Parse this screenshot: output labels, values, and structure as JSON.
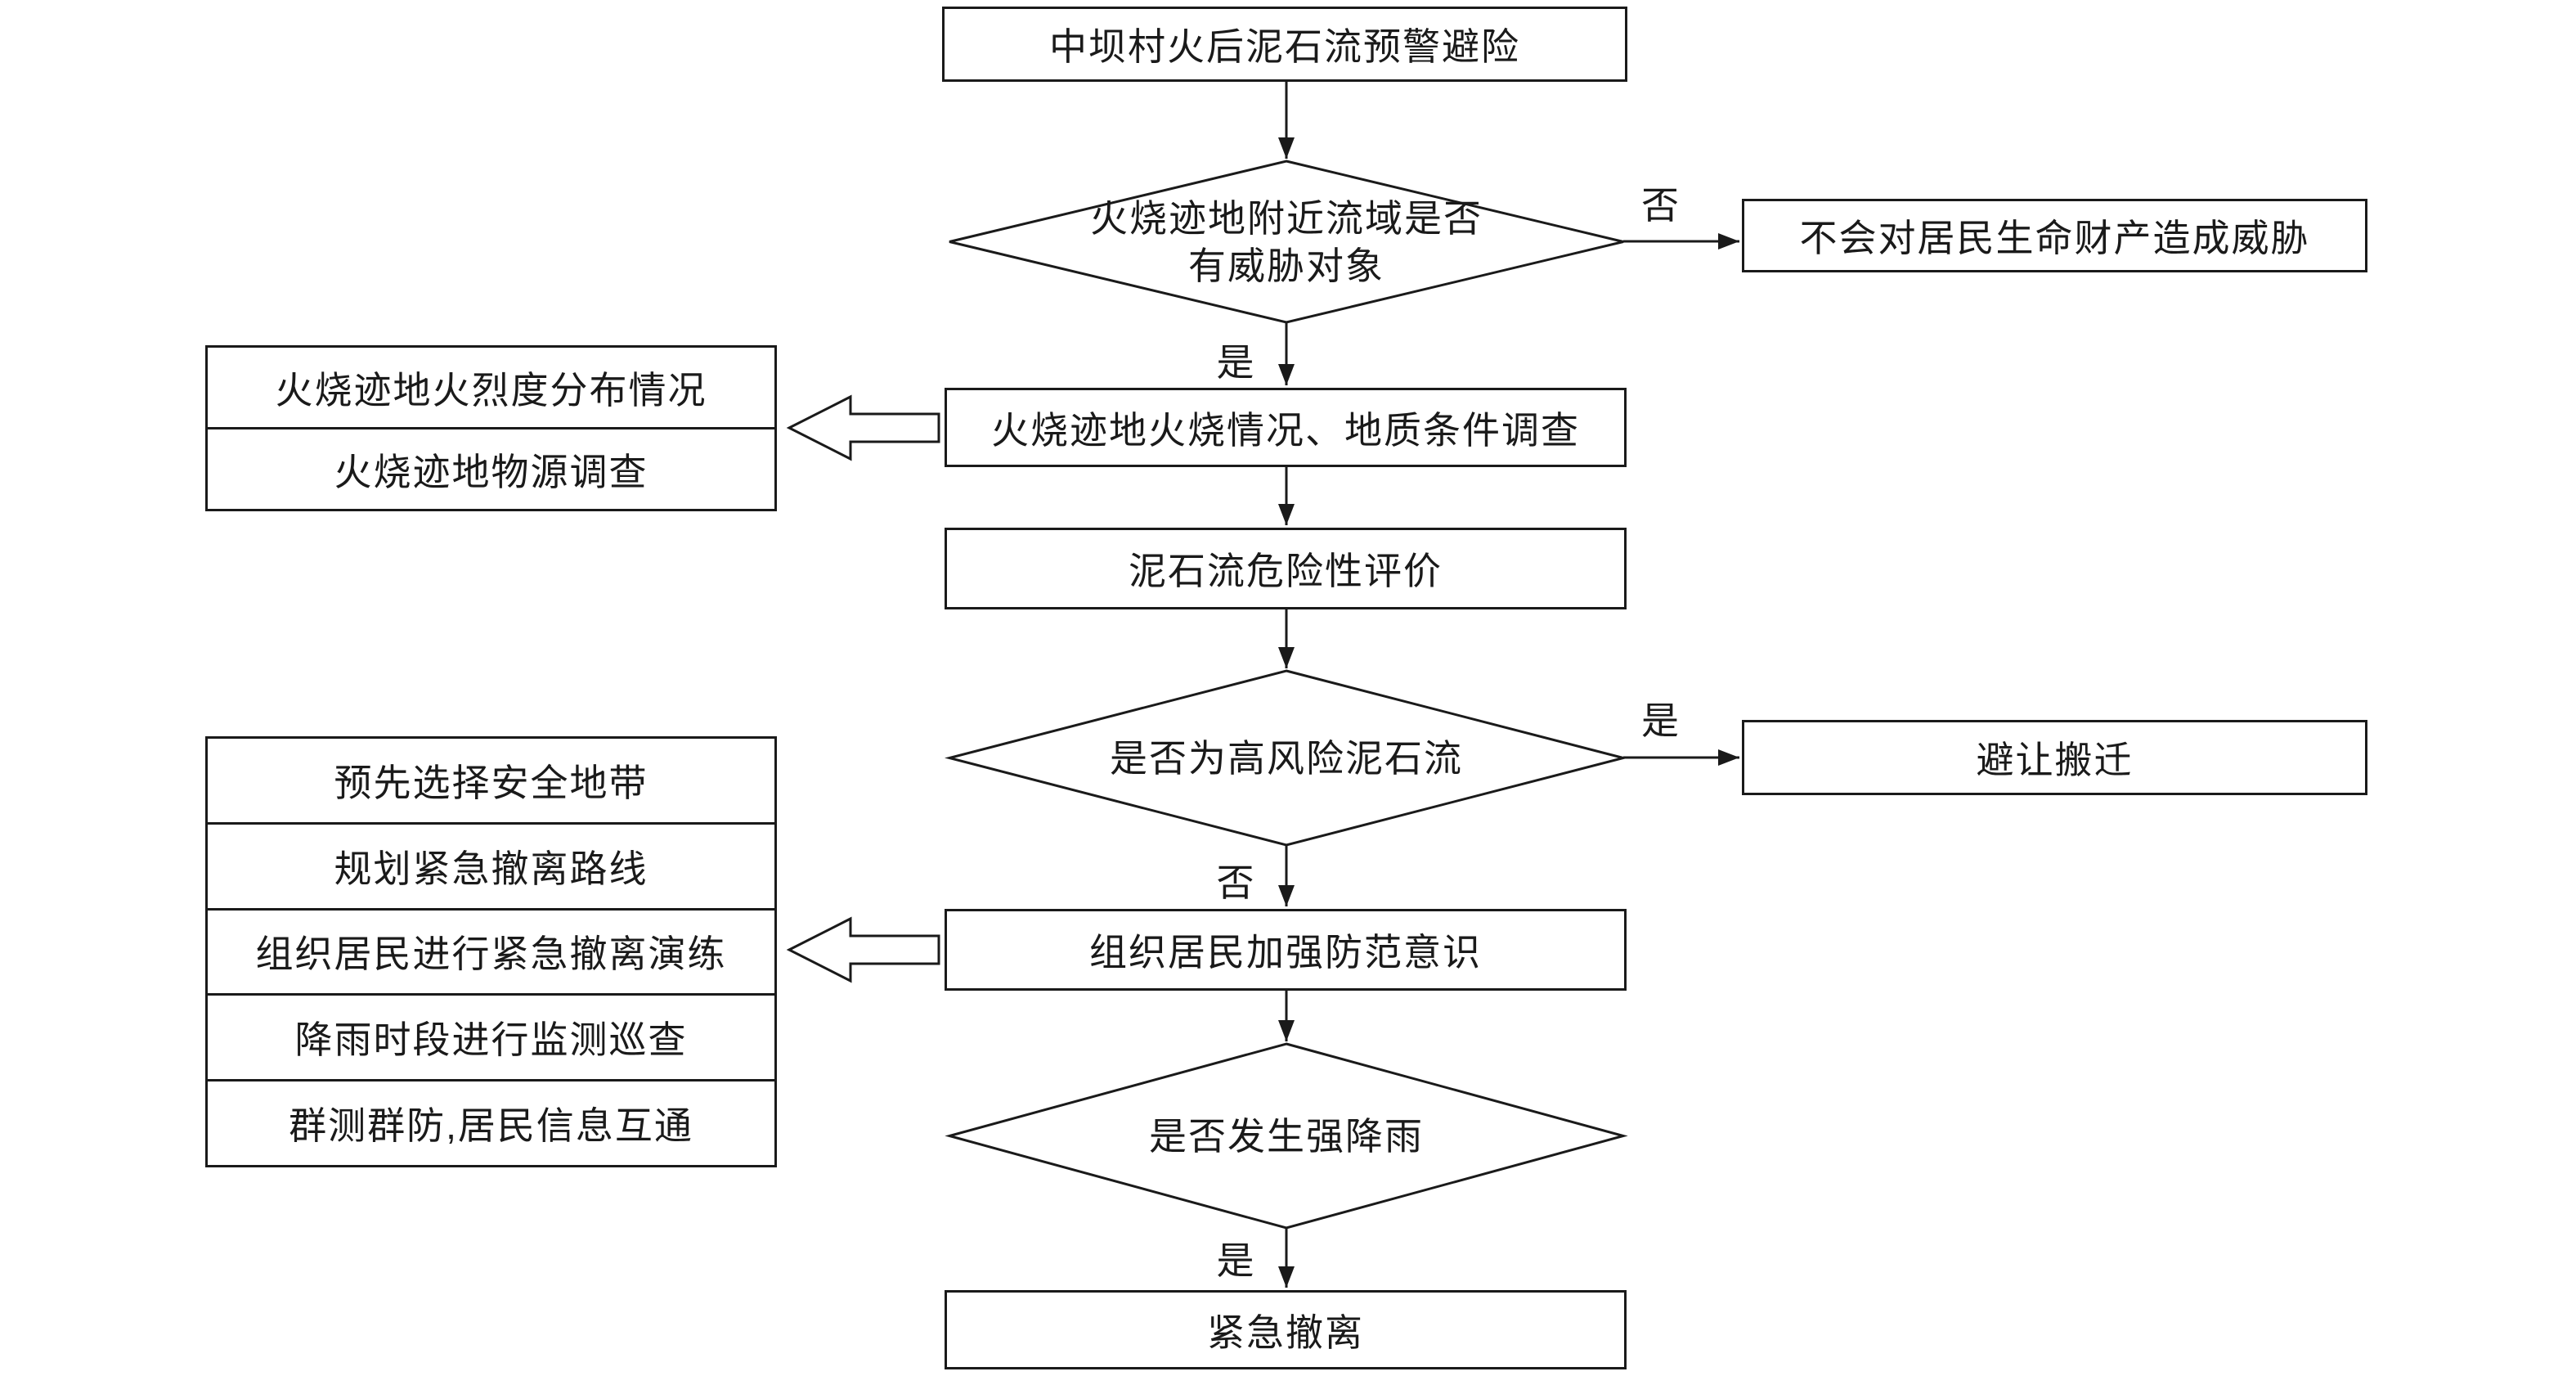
{
  "flowchart": {
    "start": "中坝村火后泥石流预警避险",
    "decision_threat": {
      "line1": "火烧迹地附近流域是否",
      "line2": "有威胁对象"
    },
    "labels": {
      "no1": "否",
      "yes1": "是",
      "yes2": "是",
      "no2": "否",
      "yes3": "是"
    },
    "no_threat": "不会对居民生命财产造成威胁",
    "survey": "火烧迹地火烧情况、地质条件调查",
    "survey_items": [
      "火烧迹地火烈度分布情况",
      "火烧迹地物源调查"
    ],
    "hazard": "泥石流危险性评价",
    "decision_risk": "是否为高风险泥石流",
    "relocation": "避让搬迁",
    "awareness": "组织居民加强防范意识",
    "preparedness_items": [
      "预先选择安全地带",
      "规划紧急撤离路线",
      "组织居民进行紧急撤离演练",
      "降雨时段进行监测巡查",
      "群测群防,居民信息互通"
    ],
    "decision_rain": "是否发生强降雨",
    "evacuation": "紧急撤离"
  },
  "colors": {
    "line": "#1a1a1a",
    "background": "#ffffff"
  }
}
